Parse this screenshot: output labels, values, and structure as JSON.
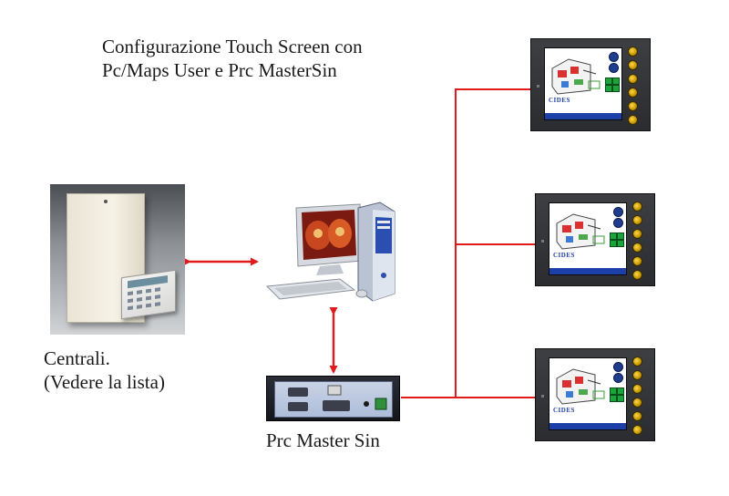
{
  "title": {
    "line1": "Configurazione Touch Screen con",
    "line2": "Pc/Maps User e Prc MasterSin"
  },
  "nodes": {
    "central": {
      "label_line1": "Centrali.",
      "label_line2": "(Vedere la lista)"
    },
    "computer": {
      "label": ""
    },
    "prc_master": {
      "label": "Prc Master Sin"
    },
    "touch_screens": [
      {
        "brand": "CIDES"
      },
      {
        "brand": "CIDES"
      },
      {
        "brand": "CIDES"
      }
    ]
  },
  "colors": {
    "connection": "#e11b1b",
    "bus": "#e11b1b"
  }
}
